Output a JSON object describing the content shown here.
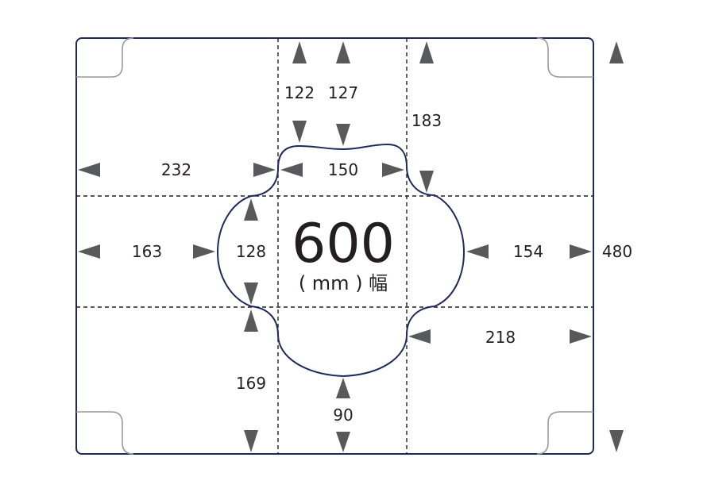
{
  "colors": {
    "outline": "#1f2a5c",
    "corner": "#9a9a9a",
    "arrow": "#58595b",
    "text": "#231f20"
  },
  "center": {
    "width_value": "600",
    "unit_label": "( mm ) 幅"
  },
  "dims": {
    "d122": "122",
    "d127": "127",
    "d183": "183",
    "d232": "232",
    "d150": "150",
    "d163": "163",
    "d128": "128",
    "d154": "154",
    "d480": "480",
    "d218": "218",
    "d169": "169",
    "d90": "90"
  }
}
